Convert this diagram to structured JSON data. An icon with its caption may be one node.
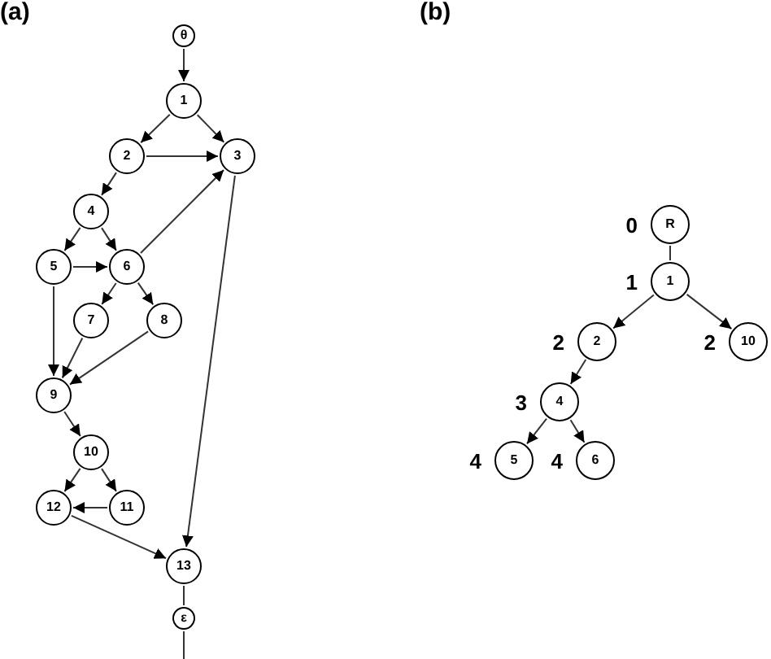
{
  "diagram": {
    "nodes": [
      {
        "text": [
          "θ"
        ]
      },
      {
        "text": [
          "1"
        ]
      },
      {
        "text": [
          "2"
        ]
      },
      {
        "text": [
          "3"
        ]
      },
      {
        "text": [
          "4"
        ]
      },
      {
        "text": [
          "5"
        ]
      },
      {
        "text": [
          "6"
        ]
      },
      {
        "text": [
          "7"
        ]
      },
      {
        "text": [
          "8"
        ]
      },
      {
        "text": [
          "9"
        ]
      },
      {
        "text": [
          "10"
        ]
      },
      {
        "text": [
          "11"
        ]
      },
      {
        "text": [
          "12"
        ]
      },
      {
        "text": [
          "13"
        ]
      },
      {
        "text": [
          "ε"
        ]
      },
      {
        "text": [
          "R"
        ],
        "beside": [
          "0"
        ]
      },
      {
        "text": [
          "1"
        ],
        "beside": [
          "1"
        ]
      },
      {
        "text": [
          "2"
        ],
        "beside": [
          "2"
        ]
      },
      {
        "text": [
          "10"
        ],
        "beside": [
          "2"
        ]
      },
      {
        "text": [
          "4"
        ],
        "beside": [
          "3"
        ]
      },
      {
        "text": [
          "5"
        ],
        "beside": [
          "4"
        ]
      },
      {
        "text": [
          "6"
        ],
        "beside": [
          "4"
        ]
      }
    ],
    "edges": [
      {
        "from": 0,
        "to": 1,
        "arrow": "to"
      },
      {
        "from": 1,
        "to": 2,
        "arrow": "to"
      },
      {
        "from": 1,
        "to": 3,
        "arrow": "to"
      },
      {
        "from": 2,
        "to": 3,
        "arrow": "to"
      },
      {
        "from": 2,
        "to": 4,
        "arrow": "to"
      },
      {
        "from": 4,
        "to": 5,
        "arrow": "to"
      },
      {
        "from": 4,
        "to": 6,
        "arrow": "to"
      },
      {
        "from": 5,
        "to": 6,
        "arrow": "to"
      },
      {
        "from": 6,
        "to": 3,
        "arrow": "to"
      },
      {
        "from": 6,
        "to": 7,
        "arrow": "to"
      },
      {
        "from": 6,
        "to": 8,
        "arrow": "to"
      },
      {
        "from": 5,
        "to": 9,
        "arrow": "to"
      },
      {
        "from": 7,
        "to": 9,
        "arrow": "to"
      },
      {
        "from": 8,
        "to": 9,
        "arrow": "to"
      },
      {
        "from": 9,
        "to": 10,
        "arrow": "to"
      },
      {
        "from": 10,
        "to": 12,
        "arrow": "to"
      },
      {
        "from": 10,
        "to": 11,
        "arrow": "to"
      },
      {
        "from": 11,
        "to": 12,
        "arrow": "to"
      },
      {
        "from": 12,
        "to": 13,
        "arrow": "to"
      },
      {
        "from": 3,
        "to": 13,
        "arrow": "to"
      },
      {
        "from": 13,
        "to": 14,
        "arrow": "none"
      },
      {
        "from": 14,
        "to": null,
        "arrow": "none"
      },
      {
        "from": 15,
        "to": 16,
        "arrow": "none"
      },
      {
        "from": 16,
        "to": 17,
        "arrow": "to"
      },
      {
        "from": 16,
        "to": 18,
        "arrow": "to"
      },
      {
        "from": 17,
        "to": 19,
        "arrow": "to"
      },
      {
        "from": 19,
        "to": 20,
        "arrow": "to"
      },
      {
        "from": 19,
        "to": 21,
        "arrow": "to"
      }
    ],
    "labels": [
      "(a)",
      "(b)"
    ]
  }
}
